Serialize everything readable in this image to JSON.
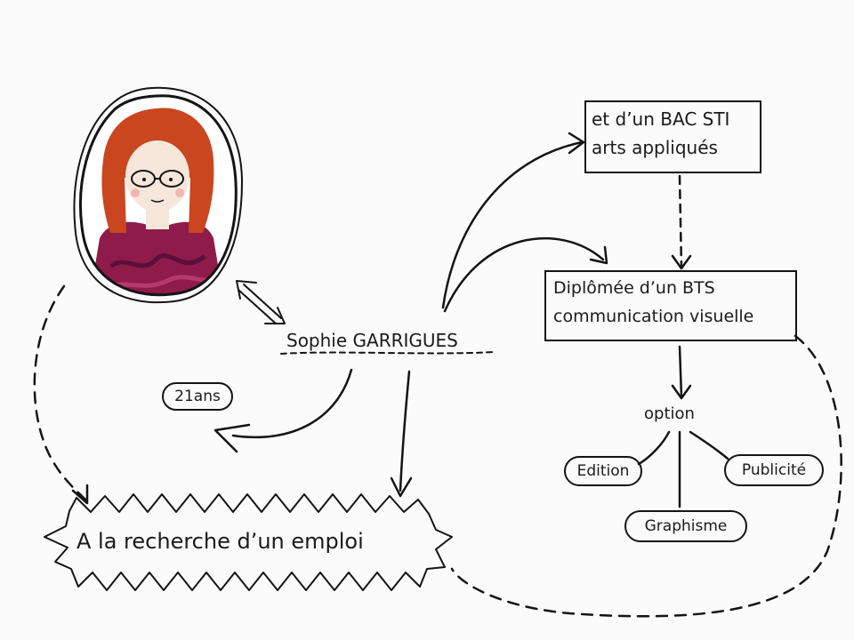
{
  "person": {
    "name": "Sophie GARRIGUES",
    "age": "21ans"
  },
  "education": {
    "bac": {
      "line1": "et d’un BAC STI",
      "line2": "arts appliqués"
    },
    "bts": {
      "line1": "Diplômée d’un BTS",
      "line2": "communication visuelle"
    },
    "option_label": "option",
    "options": [
      "Edition",
      "Publicité",
      "Graphisme"
    ]
  },
  "goal": "A la recherche d’un emploi",
  "colors": {
    "ink": "#141414",
    "hair": "#c9461f",
    "sweater": "#8e1b4a",
    "skin": "#f7e6da",
    "background": "#fbfbfb"
  }
}
